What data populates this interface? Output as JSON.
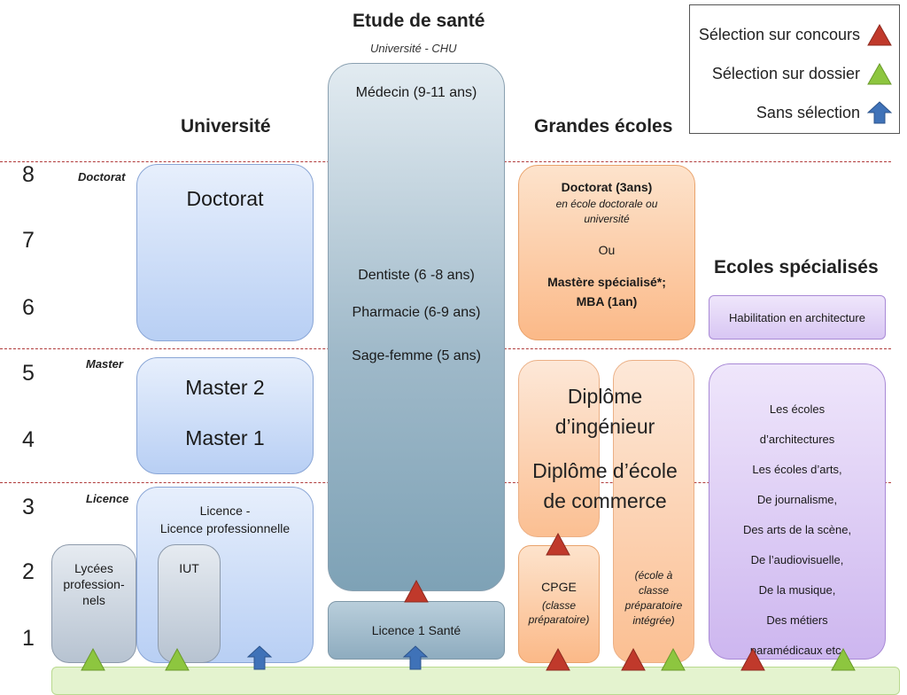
{
  "headings": {
    "health_title": "Etude de santé",
    "health_subtitle": "Université - CHU",
    "universite": "Université",
    "grandes_ecoles": "Grandes écoles",
    "ecoles_specialisees": "Ecoles spécialisés"
  },
  "legend": {
    "concours": "Sélection sur concours",
    "dossier": "Sélection sur dossier",
    "sans_selection": "Sans sélection",
    "colors": {
      "concours": "#c0392b",
      "dossier": "#8dc63f",
      "sans": "#3f72b8"
    }
  },
  "levels": [
    "8",
    "7",
    "6",
    "5",
    "4",
    "3",
    "2",
    "1"
  ],
  "cycles": {
    "doctorat": "Doctorat",
    "master": "Master",
    "licence": "Licence"
  },
  "universite": {
    "doctorat": "Doctorat",
    "master2": "Master 2",
    "master1": "Master 1",
    "licence_line1": "Licence -",
    "licence_line2": "Licence professionnelle",
    "iut": "IUT",
    "lycees_line1": "Lycées",
    "lycees_line2": "profession-",
    "lycees_line3": "nels"
  },
  "sante": {
    "medecin": "Médecin (9-11 ans)",
    "dentiste": "Dentiste (6 -8 ans)",
    "pharmacie": "Pharmacie (6-9 ans)",
    "sage_femme": "Sage-femme (5 ans)",
    "licence1": "Licence 1 Santé"
  },
  "grandes_ecoles": {
    "doctorat_title": "Doctorat (3ans)",
    "doctorat_line1": "en école doctorale ou",
    "doctorat_line2": "université",
    "ou": "Ou",
    "mastere_line1": "Mastère spécialisé*;",
    "mastere_line2": "MBA (1an)",
    "diplome_ing_line1": "Diplôme",
    "diplome_ing_line2": "d’ingénieur",
    "diplome_ec_line1": "Diplôme d’école",
    "diplome_ec_line2": "de commerce",
    "cpge": "CPGE",
    "cpge_sub_line1": "(classe",
    "cpge_sub_line2": "préparatoire)",
    "integree_line1": "(école à",
    "integree_line2": "classe",
    "integree_line3": "préparatoire",
    "integree_line4": "intégrée)"
  },
  "ecoles_specialisees": {
    "habilitation": "Habilitation en architecture",
    "lines": [
      "Les écoles",
      "d’architectures",
      "Les écoles d’arts,",
      "De journalisme,",
      "Des arts de la scène,",
      "De l’audiovisuelle,",
      "De la musique,",
      "Des métiers",
      "paramédicaux etc."
    ]
  }
}
